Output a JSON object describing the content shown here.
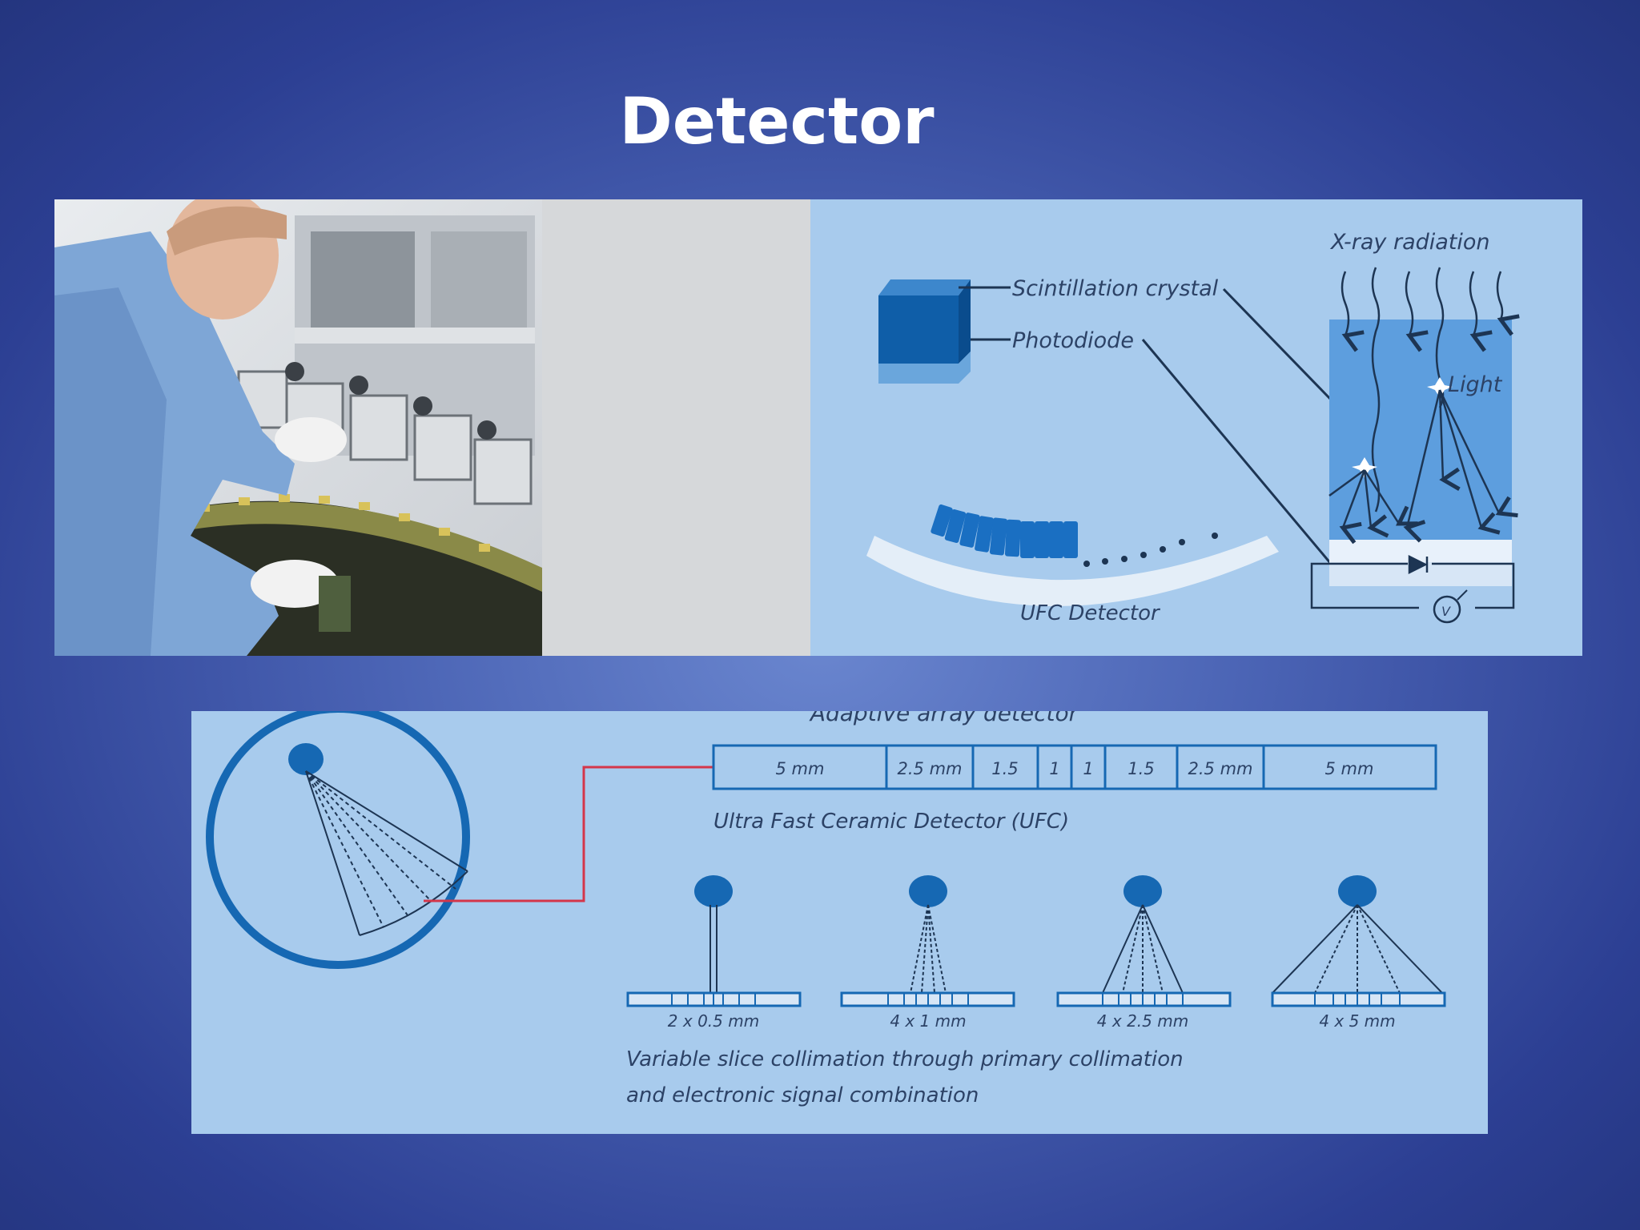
{
  "slide": {
    "title": "Detector"
  },
  "top_diagram": {
    "labels": {
      "xray": "X-ray radiation",
      "crystal": "Scintillation crystal",
      "photodiode": "Photodiode",
      "light": "Light",
      "ufc": "UFC Detector"
    }
  },
  "bottom_diagram": {
    "header_partial": "Adaptive array detector",
    "array_cells": [
      "5 mm",
      "2.5 mm",
      "1.5",
      "1",
      "1",
      "1.5",
      "2.5 mm",
      "5 mm"
    ],
    "array_caption": "Ultra Fast Ceramic Detector (UFC)",
    "collimation_modes": [
      "2 x 0.5 mm",
      "4 x 1 mm",
      "4 x 2.5 mm",
      "4 x 5 mm"
    ],
    "caption_line1": "Variable slice collimation through primary collimation",
    "caption_line2": "and electronic signal combination"
  },
  "colors": {
    "diagram_bg": "#a8cbed",
    "detector_blue": "#1a6fc2",
    "line_dark": "#1d3553",
    "connector_red": "#d4364a"
  }
}
